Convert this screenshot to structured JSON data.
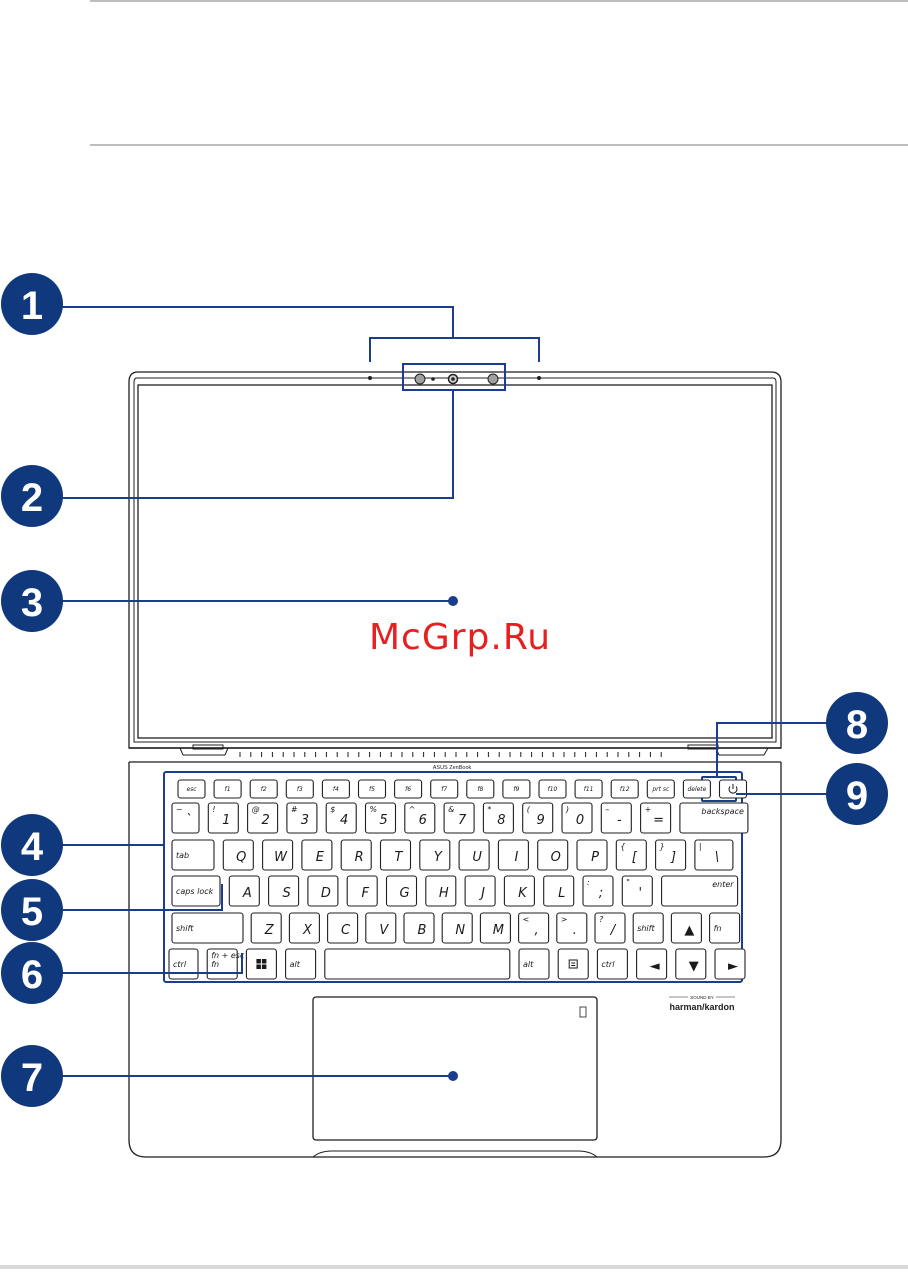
{
  "watermark": "McGrp.Ru",
  "lid_brand": "ASUS ZenBook",
  "speaker_brand": {
    "top": "SOUND BY",
    "name": "harman/kardon"
  },
  "colors": {
    "callout": "#10397d",
    "highlight": "#1a3d8f",
    "watermark": "#e62020"
  },
  "callouts": [
    {
      "number": "1"
    },
    {
      "number": "2"
    },
    {
      "number": "3"
    },
    {
      "number": "4"
    },
    {
      "number": "5"
    },
    {
      "number": "6"
    },
    {
      "number": "7"
    },
    {
      "number": "8"
    },
    {
      "number": "9"
    }
  ],
  "keyboard": {
    "row0": [
      {
        "label": "esc"
      },
      {
        "label": "f1"
      },
      {
        "label": "f2"
      },
      {
        "label": "f3"
      },
      {
        "label": "f4"
      },
      {
        "label": "f5"
      },
      {
        "label": "f6"
      },
      {
        "label": "f7"
      },
      {
        "label": "f8"
      },
      {
        "label": "f9"
      },
      {
        "label": "f10"
      },
      {
        "label": "f11"
      },
      {
        "label": "f12"
      },
      {
        "label": "prt sc"
      },
      {
        "label": "delete"
      },
      {
        "label": "power-icon"
      }
    ],
    "row1": [
      {
        "main": "`",
        "shift": "~"
      },
      {
        "main": "1",
        "shift": "!"
      },
      {
        "main": "2",
        "shift": "@"
      },
      {
        "main": "3",
        "shift": "#"
      },
      {
        "main": "4",
        "shift": "$"
      },
      {
        "main": "5",
        "shift": "%"
      },
      {
        "main": "6",
        "shift": "^"
      },
      {
        "main": "7",
        "shift": "&"
      },
      {
        "main": "8",
        "shift": "*"
      },
      {
        "main": "9",
        "shift": "("
      },
      {
        "main": "0",
        "shift": ")"
      },
      {
        "main": "-",
        "shift": "–"
      },
      {
        "main": "=",
        "shift": "+"
      },
      {
        "main": "backspace",
        "shift": ""
      }
    ],
    "row2": [
      {
        "main": "tab",
        "shift": ""
      },
      {
        "main": "Q",
        "shift": ""
      },
      {
        "main": "W",
        "shift": ""
      },
      {
        "main": "E",
        "shift": ""
      },
      {
        "main": "R",
        "shift": ""
      },
      {
        "main": "T",
        "shift": ""
      },
      {
        "main": "Y",
        "shift": ""
      },
      {
        "main": "U",
        "shift": ""
      },
      {
        "main": "I",
        "shift": ""
      },
      {
        "main": "O",
        "shift": ""
      },
      {
        "main": "P",
        "shift": ""
      },
      {
        "main": "[",
        "shift": "{"
      },
      {
        "main": "]",
        "shift": "}"
      },
      {
        "main": "\\",
        "shift": "|"
      }
    ],
    "row3": [
      {
        "main": "caps lock",
        "shift": ""
      },
      {
        "main": "A",
        "shift": ""
      },
      {
        "main": "S",
        "shift": ""
      },
      {
        "main": "D",
        "shift": ""
      },
      {
        "main": "F",
        "shift": ""
      },
      {
        "main": "G",
        "shift": ""
      },
      {
        "main": "H",
        "shift": ""
      },
      {
        "main": "J",
        "shift": ""
      },
      {
        "main": "K",
        "shift": ""
      },
      {
        "main": "L",
        "shift": ""
      },
      {
        "main": ";",
        "shift": ":"
      },
      {
        "main": "'",
        "shift": "\""
      },
      {
        "main": "enter",
        "shift": ""
      }
    ],
    "row4": [
      {
        "main": "shift",
        "shift": ""
      },
      {
        "main": "Z",
        "shift": ""
      },
      {
        "main": "X",
        "shift": ""
      },
      {
        "main": "C",
        "shift": ""
      },
      {
        "main": "V",
        "shift": ""
      },
      {
        "main": "B",
        "shift": ""
      },
      {
        "main": "N",
        "shift": ""
      },
      {
        "main": "M",
        "shift": ""
      },
      {
        "main": ",",
        "shift": "<"
      },
      {
        "main": ".",
        "shift": ">"
      },
      {
        "main": "/",
        "shift": "?"
      },
      {
        "main": "shift",
        "shift": ""
      },
      {
        "main": "▲",
        "shift": ""
      },
      {
        "main": "fn",
        "shift": ""
      }
    ],
    "row5": [
      {
        "main": "ctrl",
        "shift": ""
      },
      {
        "main": "fn",
        "shift": "fn + esc"
      },
      {
        "main": "windows-icon",
        "shift": ""
      },
      {
        "main": "alt",
        "shift": ""
      },
      {
        "main": "",
        "shift": ""
      },
      {
        "main": "alt",
        "shift": ""
      },
      {
        "main": "menu-icon",
        "shift": ""
      },
      {
        "main": "ctrl",
        "shift": ""
      },
      {
        "main": "◄",
        "shift": ""
      },
      {
        "main": "▼",
        "shift": ""
      },
      {
        "main": "►",
        "shift": ""
      }
    ]
  }
}
